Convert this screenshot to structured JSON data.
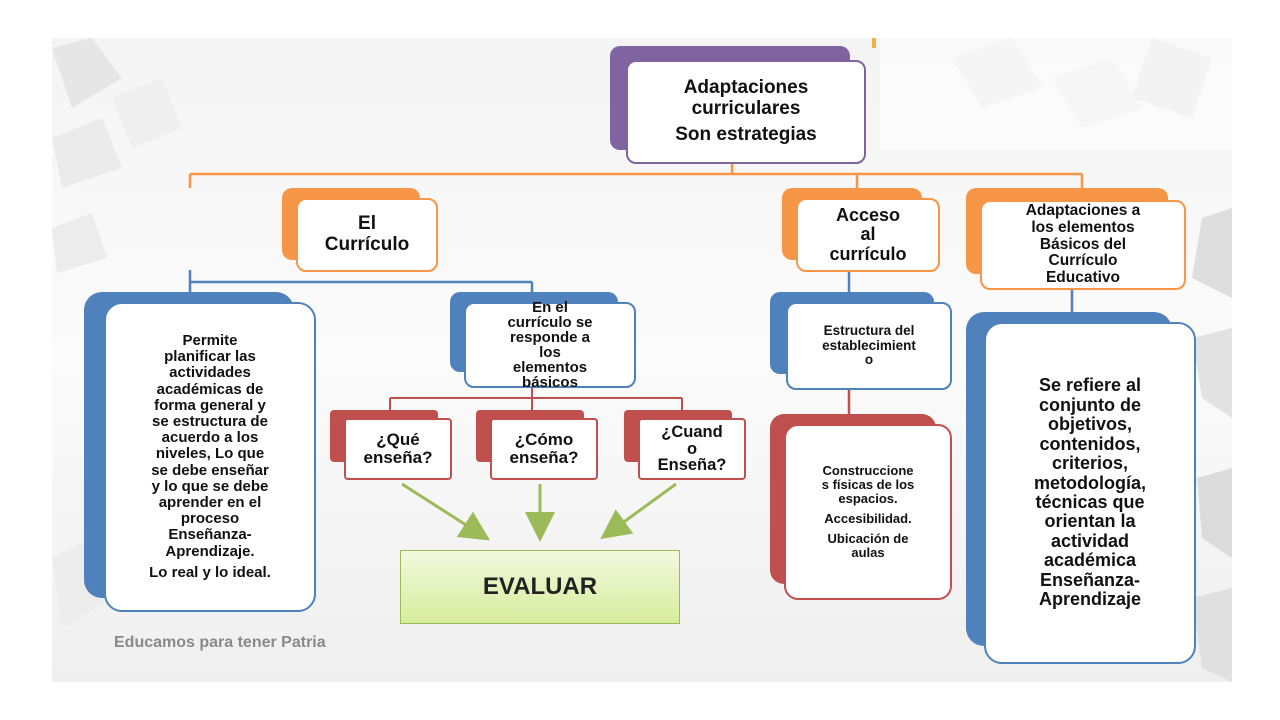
{
  "diagram": {
    "root": {
      "lines": [
        "Adaptaciones",
        "curriculares",
        "Son estrategias"
      ]
    },
    "curriculo": {
      "text": "El\nCurrículo"
    },
    "acceso": {
      "text": "Acceso\nal\ncurrículo"
    },
    "elementos_basicos": {
      "text": "Adaptaciones a\nlos elementos\nBásicos del\nCurrículo\nEducativo"
    },
    "permite": {
      "lines": [
        "Permite\nplanificar las\nactividades\nacadémicas de\nforma general y\nse estructura de\nacuerdo a los\nniveles, Lo que\nse debe enseñar\ny lo que se debe\naprender en el\nproceso\nEnseñanza-\nAprendizaje.",
        "Lo real y lo ideal."
      ]
    },
    "responde": {
      "text": "En el\ncurrículo se\nresponde a\nlos\nelementos\nbásicos"
    },
    "que": {
      "text": "¿Qué\nenseña?"
    },
    "como": {
      "text": "¿Cómo\nenseña?"
    },
    "cuando": {
      "text": "¿Cuand\no\nEnseña?"
    },
    "estructura": {
      "text": "Estructura del\nestablecimient\no"
    },
    "construcciones": {
      "lines": [
        "Construccione\ns físicas de los\nespacios.",
        "Accesibilidad.",
        "Ubicación de\naulas"
      ]
    },
    "refiere": {
      "text": "Se refiere al\nconjunto de\nobjetivos,\ncontenidos,\ncriterios,\nmetodología,\ntécnicas que\norientan la\nactividad\nacadémica\nEnseñanza-\nAprendizaje"
    },
    "evaluar": {
      "text": "EVALUAR"
    }
  },
  "footer": {
    "text": "Educamos para tener Patria"
  },
  "colors": {
    "purple": "#8064a2",
    "orange": "#f79646",
    "blue": "#4f81bd",
    "red": "#c0504d",
    "green_arrow": "#9bbb59"
  }
}
